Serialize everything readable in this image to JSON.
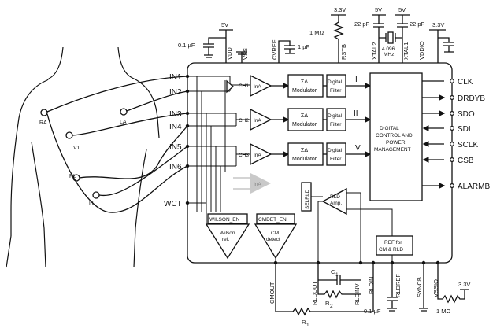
{
  "inputs": [
    "IN1",
    "IN2",
    "IN3",
    "IN4",
    "IN5",
    "IN6"
  ],
  "wct_label": "WCT",
  "outputs": [
    "CLK",
    "DRDYB",
    "SDO",
    "SDI",
    "SCLK",
    "CSB",
    "ALARMB"
  ],
  "electrodes": [
    "RA",
    "LA",
    "V1",
    "RL",
    "LL"
  ],
  "channels": [
    {
      "label": "CH1",
      "roman": "I"
    },
    {
      "label": "CH2",
      "roman": "II"
    },
    {
      "label": "CH3",
      "roman": "V"
    }
  ],
  "inamp": "InA",
  "modulator": {
    "line1": "ΣΔ",
    "line2": "Modulator"
  },
  "filter": {
    "line1": "Digital",
    "line2": "Filter"
  },
  "dcpm": [
    "DIGITAL",
    "CONTROL AND",
    "POWER",
    "MANAGEMENT"
  ],
  "top_pins": [
    "VDD",
    "VSS",
    "CVREF",
    "RSTB",
    "XTAL2",
    "XTAL1",
    "VDDIO"
  ],
  "bottom_pins": [
    "CMOUT",
    "RLDOUT",
    "RLDINV",
    "RLDIN",
    "RLDREF",
    "SYNCB",
    "VSSIO"
  ],
  "supplies": {
    "v5a": "5V",
    "v5b": "5V",
    "v5c": "5V",
    "v33a": "3.3V",
    "v33b": "3.3V",
    "v33c": "3.3V"
  },
  "caps": {
    "c_vdd": "0.1 µF",
    "c_cvref": "1 µF",
    "c_xtal2": "22 pF",
    "c_xtal1": "22 pF",
    "c_rldref": "0.1 µF"
  },
  "resistors": {
    "r_rstb": "1 MΩ",
    "r_syncb": "1 MΩ"
  },
  "crystal": {
    "freq": "4.096",
    "unit": "MHz"
  },
  "wilson": {
    "enable": "WILSON_EN",
    "name1": "Wilson",
    "name2": "ref."
  },
  "cmdet": {
    "enable": "CMDET_EN",
    "name1": "CM",
    "name2": "detect"
  },
  "rld": {
    "sel": "SELRLD",
    "amp1": "RLD",
    "amp2": "Amp."
  },
  "ref_box": {
    "line1": "REF for",
    "line2": "CM & RLD"
  },
  "ext_parts": {
    "c1": "C",
    "c1_sub": "1",
    "r2": "R",
    "r2_sub": "2",
    "r1": "R",
    "r1_sub": "1"
  },
  "colors": {
    "stroke": "#111111",
    "ghost": "#c9c9c9",
    "background": "#ffffff"
  }
}
